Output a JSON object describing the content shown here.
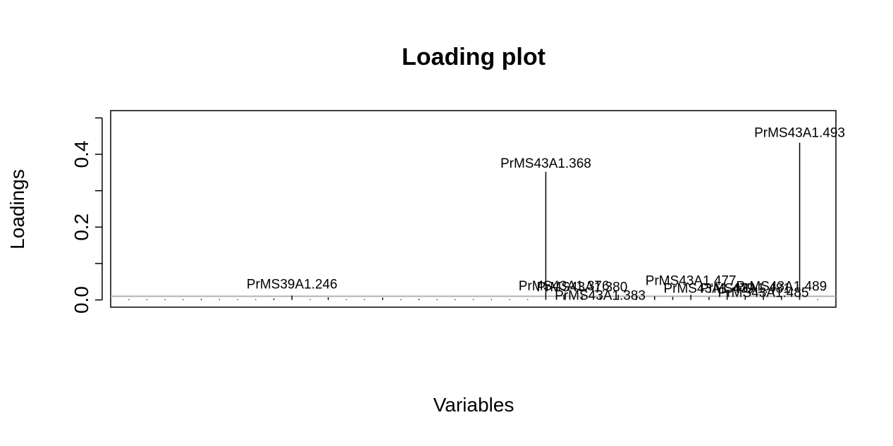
{
  "chart_data": {
    "type": "scatter",
    "title": "Loading plot",
    "xlabel": "Variables",
    "ylabel": "Loadings",
    "ylim": [
      -0.02,
      0.52
    ],
    "xlim": [
      0,
      40
    ],
    "yticks": [
      "0.0",
      "0.2",
      "0.4"
    ],
    "ytick_values": [
      0.0,
      0.2,
      0.4
    ],
    "yminor_ticks": [
      0.1,
      0.3,
      0.5
    ],
    "grid": false,
    "baseline": {
      "y": 0.01,
      "color": "#b3b3b3"
    },
    "spike_color": "#000000",
    "x": [
      1,
      2,
      3,
      4,
      5,
      6,
      7,
      8,
      9,
      10,
      11,
      12,
      13,
      14,
      15,
      16,
      17,
      18,
      19,
      20,
      21,
      22,
      23,
      24,
      25,
      26,
      27,
      28,
      29,
      30,
      31,
      32,
      33,
      34,
      35,
      36,
      37,
      38,
      39
    ],
    "y": [
      0.002,
      0.002,
      0.002,
      0.002,
      0.003,
      0.002,
      0.002,
      0.002,
      0.004,
      0.012,
      0.002,
      0.007,
      0.002,
      0.002,
      0.006,
      0.002,
      0.003,
      0.002,
      0.002,
      0.002,
      0.002,
      0.002,
      0.002,
      0.352,
      0.015,
      0.012,
      0.01,
      0.014,
      0.012,
      0.01,
      0.008,
      0.014,
      0.008,
      0.028,
      0.012,
      0.018,
      0.01,
      0.432,
      0.002
    ],
    "labeled_points": [
      {
        "text": "PrMS39A1.246",
        "x": 10,
        "y": 0.012,
        "anchor": "middle",
        "dy": -10
      },
      {
        "text": "PrMS43A1.368",
        "x": 24,
        "y": 0.352,
        "anchor": "middle",
        "dy": -6
      },
      {
        "text": "PrMS43A1.376",
        "x": 25,
        "y": 0.015,
        "anchor": "middle",
        "dy": -6
      },
      {
        "text": "PrMS43A1.380",
        "x": 26,
        "y": 0.012,
        "anchor": "middle",
        "dy": -6
      },
      {
        "text": "PrMS43A1.383",
        "x": 27,
        "y": 0.01,
        "anchor": "middle",
        "dy": 5
      },
      {
        "text": "PrMS43A1.477",
        "x": 32,
        "y": 0.014,
        "anchor": "middle",
        "dy": -14
      },
      {
        "text": "PrMS43A1.479",
        "x": 33,
        "y": 0.008,
        "anchor": "middle",
        "dy": -6
      },
      {
        "text": "PrMS43A1.481",
        "x": 35,
        "y": 0.012,
        "anchor": "middle",
        "dy": -4
      },
      {
        "text": "PrMS43A1.485",
        "x": 36,
        "y": 0.018,
        "anchor": "middle",
        "dy": 5
      },
      {
        "text": "PrMS43A1.489",
        "x": 37,
        "y": 0.01,
        "anchor": "middle",
        "dy": -8
      },
      {
        "text": "PrMS43A1.493",
        "x": 38,
        "y": 0.432,
        "anchor": "middle",
        "dy": -8
      }
    ]
  }
}
